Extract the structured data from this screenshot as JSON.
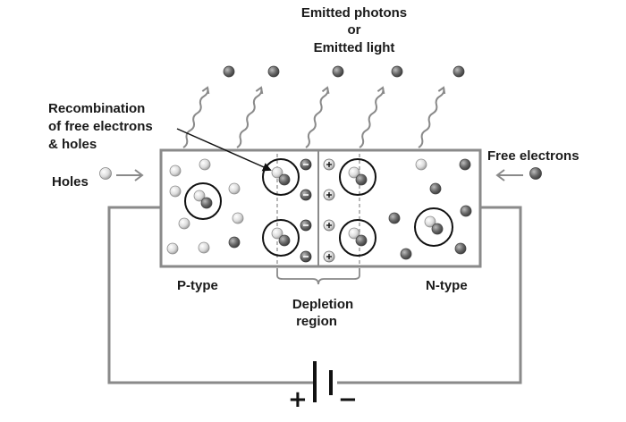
{
  "diagram": {
    "title_lines": [
      "Emitted photons",
      "or",
      "Emitted light"
    ],
    "recombination_lines": [
      "Recombination",
      "of free electrons",
      "& holes"
    ],
    "holes_label": "Holes",
    "free_electrons_label": "Free electrons",
    "p_type_label": "P-type",
    "n_type_label": "N-type",
    "depletion_lines": [
      "Depletion",
      "region"
    ],
    "plus_sign": "+",
    "minus_sign": "−",
    "colors": {
      "line": "#8a8a8a",
      "hole_fill": "#e2e2e2",
      "electron_fill": "#6e6e6e",
      "text": "#1a1a1a"
    }
  }
}
